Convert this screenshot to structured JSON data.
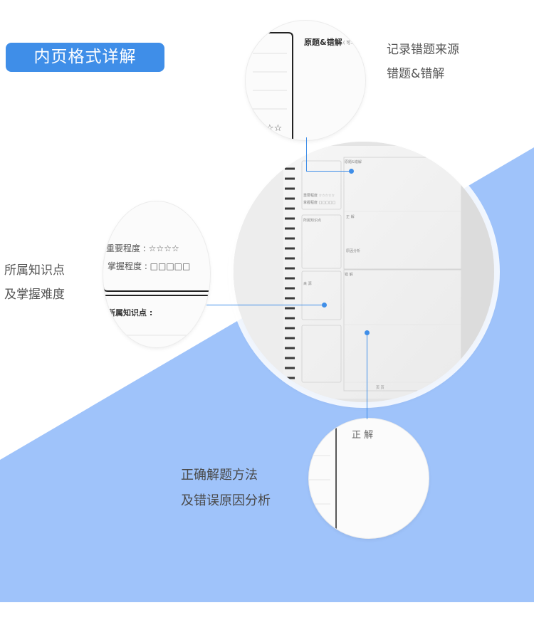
{
  "banner": {
    "title": "内页格式详解"
  },
  "callouts": {
    "source_line1": "记录错题来源",
    "source_line2": "错题&错解",
    "knowledge_line1": "所属知识点",
    "knowledge_line2": "及掌握难度",
    "method_line1": "正确解题方法",
    "method_line2": "及错误原因分析"
  },
  "zoom_top": {
    "heading": "原题&错解",
    "heading_note": "( 可...",
    "stars": "☆☆"
  },
  "zoom_left": {
    "importance": "重要程度 : ☆☆☆☆",
    "mastery": "掌握程度 : □□□□□",
    "knowledge": "所属知识点 :"
  },
  "zoom_bottom": {
    "answer": "正 解"
  },
  "notebook": {
    "original": "原题&错解",
    "wrong_answer": "错 解",
    "correct": "正 解",
    "reason": "原因分析",
    "importance": "重要程度 ☆☆☆☆☆",
    "mastery": "掌握程度 □□□□□",
    "knowledge": "所属知识点",
    "source": "来 源",
    "page": "页 页"
  },
  "colors": {
    "accent": "#3f8ee8",
    "background_band": "#9fc3fa"
  }
}
